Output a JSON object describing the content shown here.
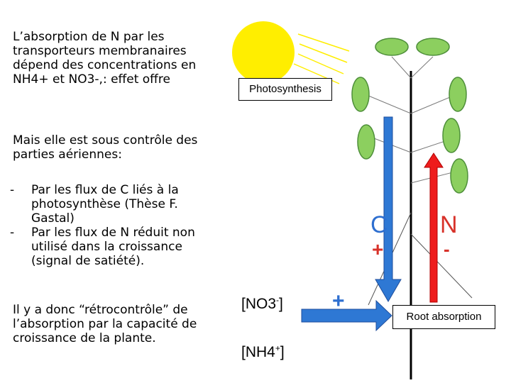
{
  "text": {
    "para1": [
      "L’absorption de N par les",
      "transporteurs  membranaires",
      "dépend des concentrations en",
      "NH4+ et NO3-,: effet offre"
    ],
    "para2": [
      "Mais elle est sous contrôle des",
      "parties aériennes:"
    ],
    "bullet_marker": "-",
    "bullets": [
      [
        "Par les flux de C liés à la",
        "photosynthèse (Thèse F.",
        "Gastal)"
      ],
      [
        "Par les flux de N réduit non",
        "utilisé dans la croissance",
        "(signal de satiété)."
      ]
    ],
    "para3": [
      "Il y a donc “rétrocontrôle” de",
      "l’absorption par la capacité de",
      "croissance de la plante."
    ]
  },
  "diagram": {
    "photosynthesis_label": "Photosynthesis",
    "root_absorption_label": "Root absorption",
    "c_flux": {
      "letter": "C",
      "sign": "+"
    },
    "n_flux": {
      "letter": "N",
      "sign": "-"
    },
    "main_arrow_sign": "+",
    "ion_no3": {
      "base": "[NO3",
      "charge": "-",
      "close": "]"
    },
    "ion_nh4": {
      "base": "[NH4",
      "charge": "+",
      "close": "]"
    }
  },
  "colors": {
    "sun": "#ffee00",
    "leaf_fill": "#8ccf5f",
    "leaf_stroke": "#4e8f3a",
    "c_arrow": "#2e78d4",
    "n_arrow": "#ee1c1c",
    "stem": "#000000"
  }
}
